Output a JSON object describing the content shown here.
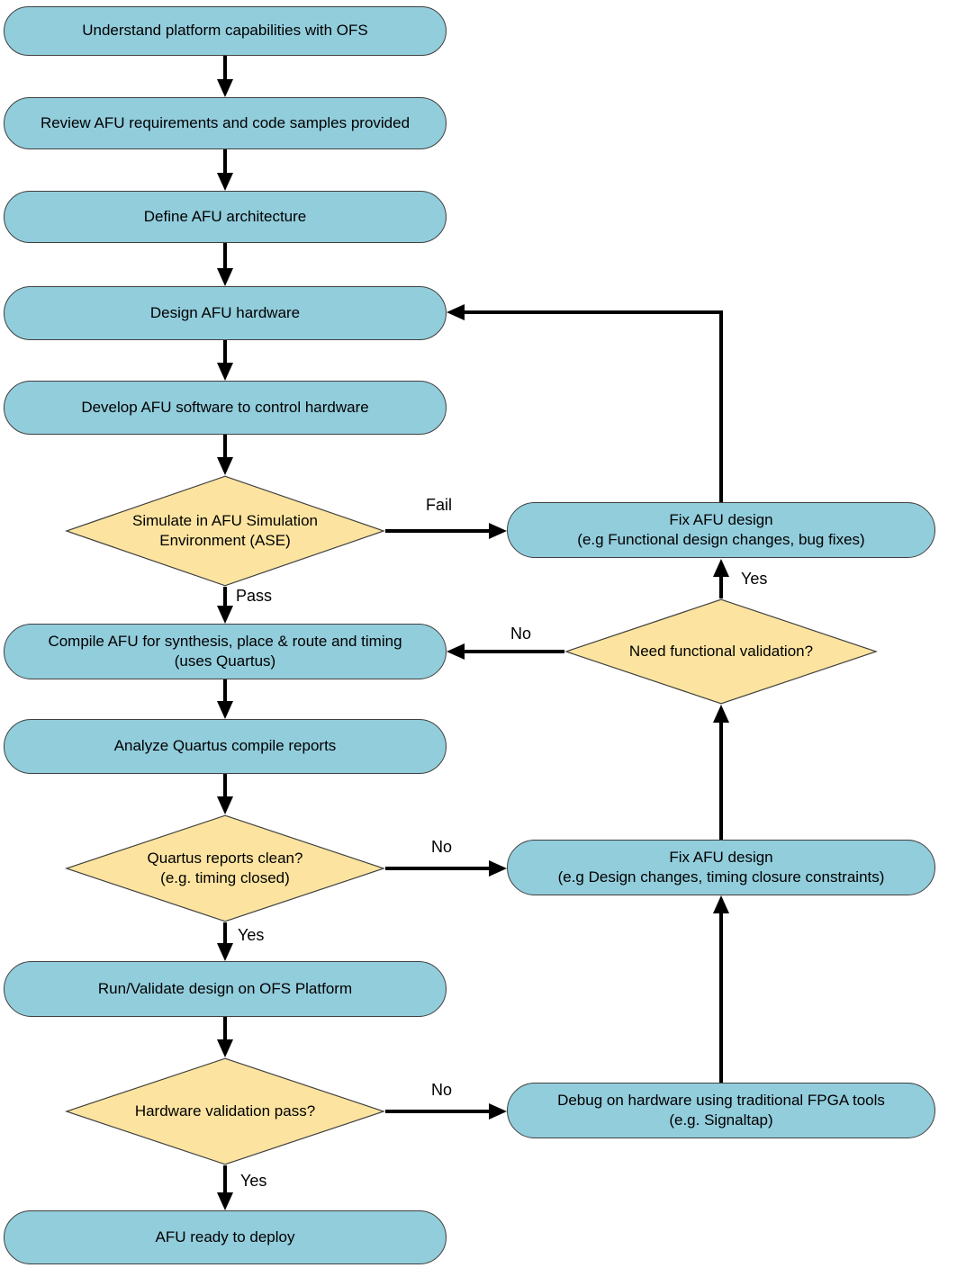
{
  "colors": {
    "process_fill": "#92CDDC",
    "decision_fill": "#FCE4A0",
    "shape_border": "#404040",
    "line_color": "#000000"
  },
  "nodes": {
    "understand": {
      "label": "Understand platform capabilities with OFS",
      "type": "process"
    },
    "review": {
      "label": "Review AFU requirements and code samples provided",
      "type": "process"
    },
    "define": {
      "label": "Define AFU architecture",
      "type": "process"
    },
    "design": {
      "label": "Design AFU hardware",
      "type": "process"
    },
    "develop": {
      "label": "Develop AFU software to control hardware",
      "type": "process"
    },
    "simulate": {
      "label": "Simulate in AFU Simulation\nEnvironment (ASE)",
      "type": "decision"
    },
    "compile": {
      "label": "Compile AFU for synthesis, place & route and timing\n(uses Quartus)",
      "type": "process"
    },
    "analyze": {
      "label": "Analyze Quartus compile reports",
      "type": "process"
    },
    "reports_clean": {
      "label": "Quartus reports clean?\n(e.g. timing closed)",
      "type": "decision"
    },
    "run_validate": {
      "label": "Run/Validate design on OFS Platform",
      "type": "process"
    },
    "hw_pass": {
      "label": "Hardware validation pass?",
      "type": "decision"
    },
    "deploy": {
      "label": "AFU ready to deploy",
      "type": "process"
    },
    "fix_functional": {
      "label": "Fix AFU design\n(e.g Functional design changes, bug fixes)",
      "type": "process"
    },
    "need_validation": {
      "label": "Need functional validation?",
      "type": "decision"
    },
    "fix_timing": {
      "label": "Fix AFU design\n(e.g Design changes, timing closure constraints)",
      "type": "process"
    },
    "debug_hw": {
      "label": "Debug on hardware using traditional FPGA tools\n(e.g. Signaltap)",
      "type": "process"
    }
  },
  "edge_labels": {
    "simulate_fail": "Fail",
    "simulate_pass": "Pass",
    "need_validation_yes": "Yes",
    "need_validation_no": "No",
    "reports_clean_no": "No",
    "reports_clean_yes": "Yes",
    "hw_pass_no": "No",
    "hw_pass_yes": "Yes"
  },
  "edges": [
    {
      "from": "understand",
      "to": "review"
    },
    {
      "from": "review",
      "to": "define"
    },
    {
      "from": "define",
      "to": "design"
    },
    {
      "from": "design",
      "to": "develop"
    },
    {
      "from": "develop",
      "to": "simulate"
    },
    {
      "from": "simulate",
      "to": "fix_functional",
      "label": "Fail"
    },
    {
      "from": "simulate",
      "to": "compile",
      "label": "Pass"
    },
    {
      "from": "fix_functional",
      "to": "design"
    },
    {
      "from": "need_validation",
      "to": "fix_functional",
      "label": "Yes"
    },
    {
      "from": "need_validation",
      "to": "compile",
      "label": "No"
    },
    {
      "from": "compile",
      "to": "analyze"
    },
    {
      "from": "analyze",
      "to": "reports_clean"
    },
    {
      "from": "reports_clean",
      "to": "fix_timing",
      "label": "No"
    },
    {
      "from": "reports_clean",
      "to": "run_validate",
      "label": "Yes"
    },
    {
      "from": "fix_timing",
      "to": "need_validation"
    },
    {
      "from": "run_validate",
      "to": "hw_pass"
    },
    {
      "from": "hw_pass",
      "to": "debug_hw",
      "label": "No"
    },
    {
      "from": "hw_pass",
      "to": "deploy",
      "label": "Yes"
    },
    {
      "from": "debug_hw",
      "to": "fix_timing"
    }
  ]
}
